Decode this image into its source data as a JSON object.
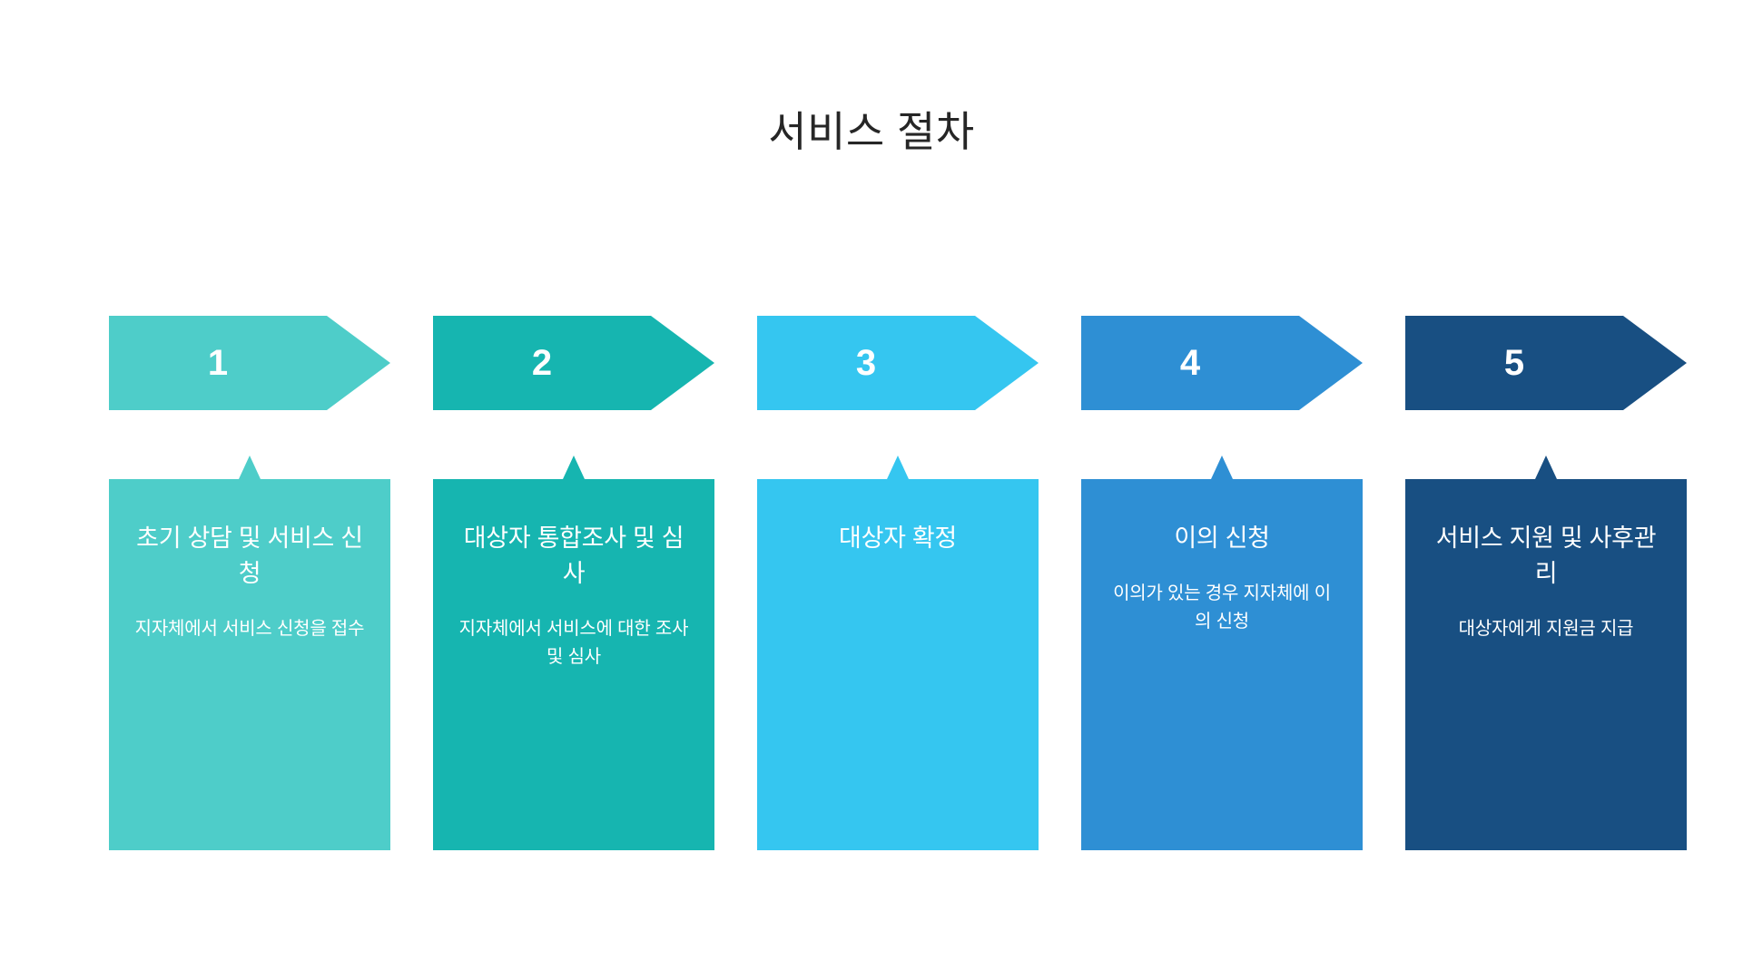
{
  "page": {
    "title": "서비스 절차",
    "background": "#FFFFFF",
    "title_color": "#262626"
  },
  "steps": [
    {
      "number": "1",
      "color": "#4ECDC9",
      "title": "초기 상담 및 서비스 신청",
      "description": "지자체에서 서비스 신청을 접수"
    },
    {
      "number": "2",
      "color": "#16B5B0",
      "title": "대상자 통합조사 및 심사",
      "description": "지자체에서 서비스에 대한 조사 및 심사"
    },
    {
      "number": "3",
      "color": "#35C6F0",
      "title": "대상자 확정",
      "description": ""
    },
    {
      "number": "4",
      "color": "#2E8FD4",
      "title": "이의 신청",
      "description": "이의가 있는 경우 지자체에 이의 신청"
    },
    {
      "number": "5",
      "color": "#184F82",
      "title": "서비스 지원 및 사후관리",
      "description": "대상자에게 지원금 지급"
    }
  ]
}
